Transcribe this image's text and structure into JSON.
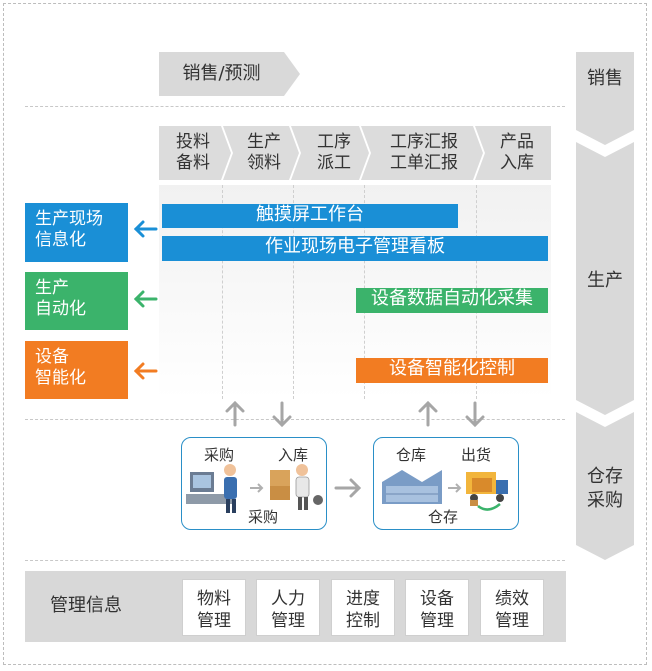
{
  "top_stage": {
    "label": "销售/预测"
  },
  "right_column": {
    "sales": "销售",
    "production": "生产",
    "warehouse": "仓存\n采购"
  },
  "process_steps": [
    {
      "label": "投料\n备料"
    },
    {
      "label": "生产\n领料"
    },
    {
      "label": "工序\n派工"
    },
    {
      "label": "工序汇报\n工单汇报"
    },
    {
      "label": "产品\n入库"
    }
  ],
  "bars": {
    "touchscreen": "触摸屏工作台",
    "kanban": "作业现场电子管理看板",
    "equipment_data": "设备数据自动化采集",
    "equipment_control": "设备智能化控制"
  },
  "side_boxes": {
    "info": "生产现场\n信息化",
    "automation": "生产\n自动化",
    "smart": "设备\n智能化"
  },
  "purchase_group": {
    "purchase": "采购",
    "inbound": "入库",
    "title": "采购"
  },
  "warehouse_group": {
    "warehouse": "仓库",
    "shipment": "出货",
    "title": "仓存"
  },
  "management": {
    "title": "管理信息",
    "items": [
      {
        "label": "物料\n管理"
      },
      {
        "label": "人力\n管理"
      },
      {
        "label": "进度\n控制"
      },
      {
        "label": "设备\n管理"
      },
      {
        "label": "绩效\n管理"
      }
    ]
  },
  "colors": {
    "blue": "#1a8fd6",
    "green": "#3bb36b",
    "orange": "#f27c22",
    "stage_gray": "#d9d9d9",
    "mgmt_bg": "#d8d8d8"
  }
}
